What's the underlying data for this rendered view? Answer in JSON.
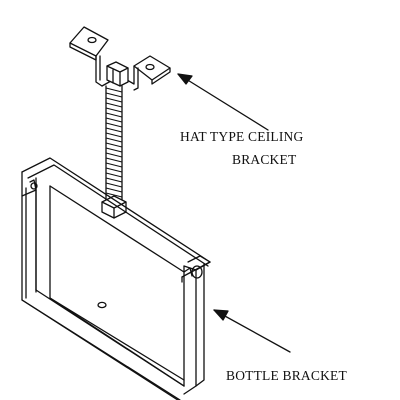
{
  "labels": {
    "hat_bracket_line1": "HAT TYPE CEILING",
    "hat_bracket_line2": "BRACKET",
    "bottle_bracket": "BOTTLE BRACKET"
  },
  "colors": {
    "line": "#111111",
    "background": "#ffffff"
  }
}
